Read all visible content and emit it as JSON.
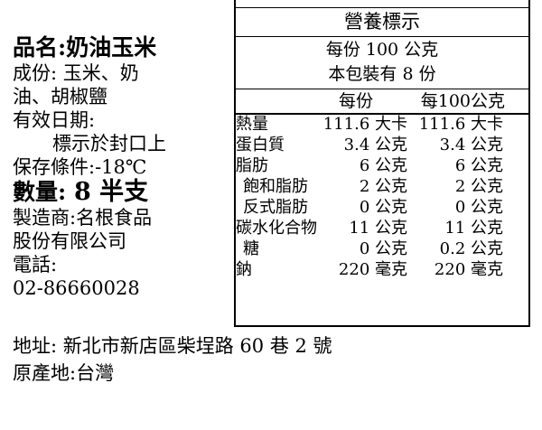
{
  "left": {
    "product_label": "品名:",
    "product_name": "奶油玉米",
    "ingredients_line1": "成份: 玉米、奶",
    "ingredients_line2": "油、胡椒鹽",
    "expiry_label": "有效日期:",
    "expiry_value": "標示於封口上",
    "storage": "保存條件:-18℃",
    "quantity_label": "數量:",
    "quantity_value": "8 半支",
    "maker_line1": "製造商:名根食品",
    "maker_line2": "股份有限公司",
    "phone_label": "電話:",
    "phone_value": "02-86660028"
  },
  "bottom": {
    "address": "地址: 新北市新店區柴埕路 60 巷 2 號",
    "origin": "原產地:台灣"
  },
  "nutrition": {
    "title": "營養標示",
    "serving": "每份 100 公克",
    "per_pack": "本包裝有 8 份",
    "col_per_serving": "每份",
    "col_per_100g": "每100公克",
    "rows": [
      {
        "name": "熱量",
        "per_serving": "111.6 大卡",
        "per_100g": "111.6 大卡",
        "sub": false
      },
      {
        "name": "蛋白質",
        "per_serving": "3.4 公克",
        "per_100g": "3.4 公克",
        "sub": false
      },
      {
        "name": "脂肪",
        "per_serving": "6 公克",
        "per_100g": "6 公克",
        "sub": false
      },
      {
        "name": "飽和脂肪",
        "per_serving": "2 公克",
        "per_100g": "2 公克",
        "sub": true
      },
      {
        "name": "反式脂肪",
        "per_serving": "0 公克",
        "per_100g": "0 公克",
        "sub": true
      },
      {
        "name": "碳水化合物",
        "per_serving": "11 公克",
        "per_100g": "11 公克",
        "sub": false
      },
      {
        "name": "糖",
        "per_serving": "0 公克",
        "per_100g": "0.2 公克",
        "sub": true
      },
      {
        "name": "鈉",
        "per_serving": "220 毫克",
        "per_100g": "220 毫克",
        "sub": false
      }
    ]
  }
}
